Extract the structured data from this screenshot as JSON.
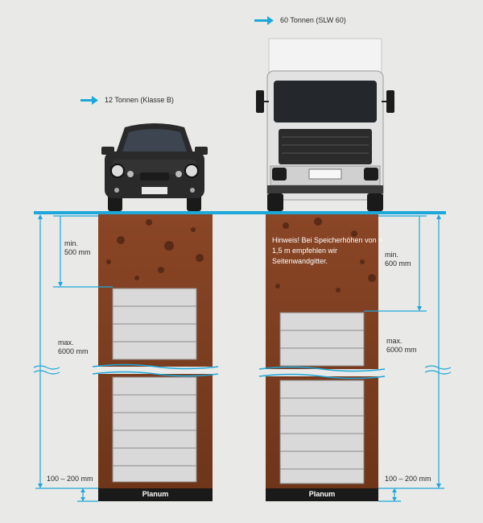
{
  "loads": {
    "car": "12 Tonnen (Klasse B)",
    "truck": "60 Tonnen (SLW 60)"
  },
  "left": {
    "cover": "min.\n500 mm",
    "height": "max.\n6000 mm",
    "base": "100 – 200 mm",
    "planum": "Planum"
  },
  "right": {
    "cover": "min.\n600 mm",
    "height": "max.\n6000 mm",
    "base": "100 – 200 mm",
    "planum": "Planum",
    "note": "Hinweis! Bei Speicherhöhen von > 1,5 m empfehlen wir Seitenwandgitter."
  },
  "colors": {
    "accent": "#1ea7d9",
    "soil": "#7a3e22",
    "soil_dark": "#5b2a15",
    "block": "#d9d9d9",
    "block_stroke": "#8a8a8a",
    "planum": "#1a1a1a",
    "background": "#e9e9e7",
    "car_body": "#2a2a2a",
    "truck_body": "#e6e6e6"
  }
}
